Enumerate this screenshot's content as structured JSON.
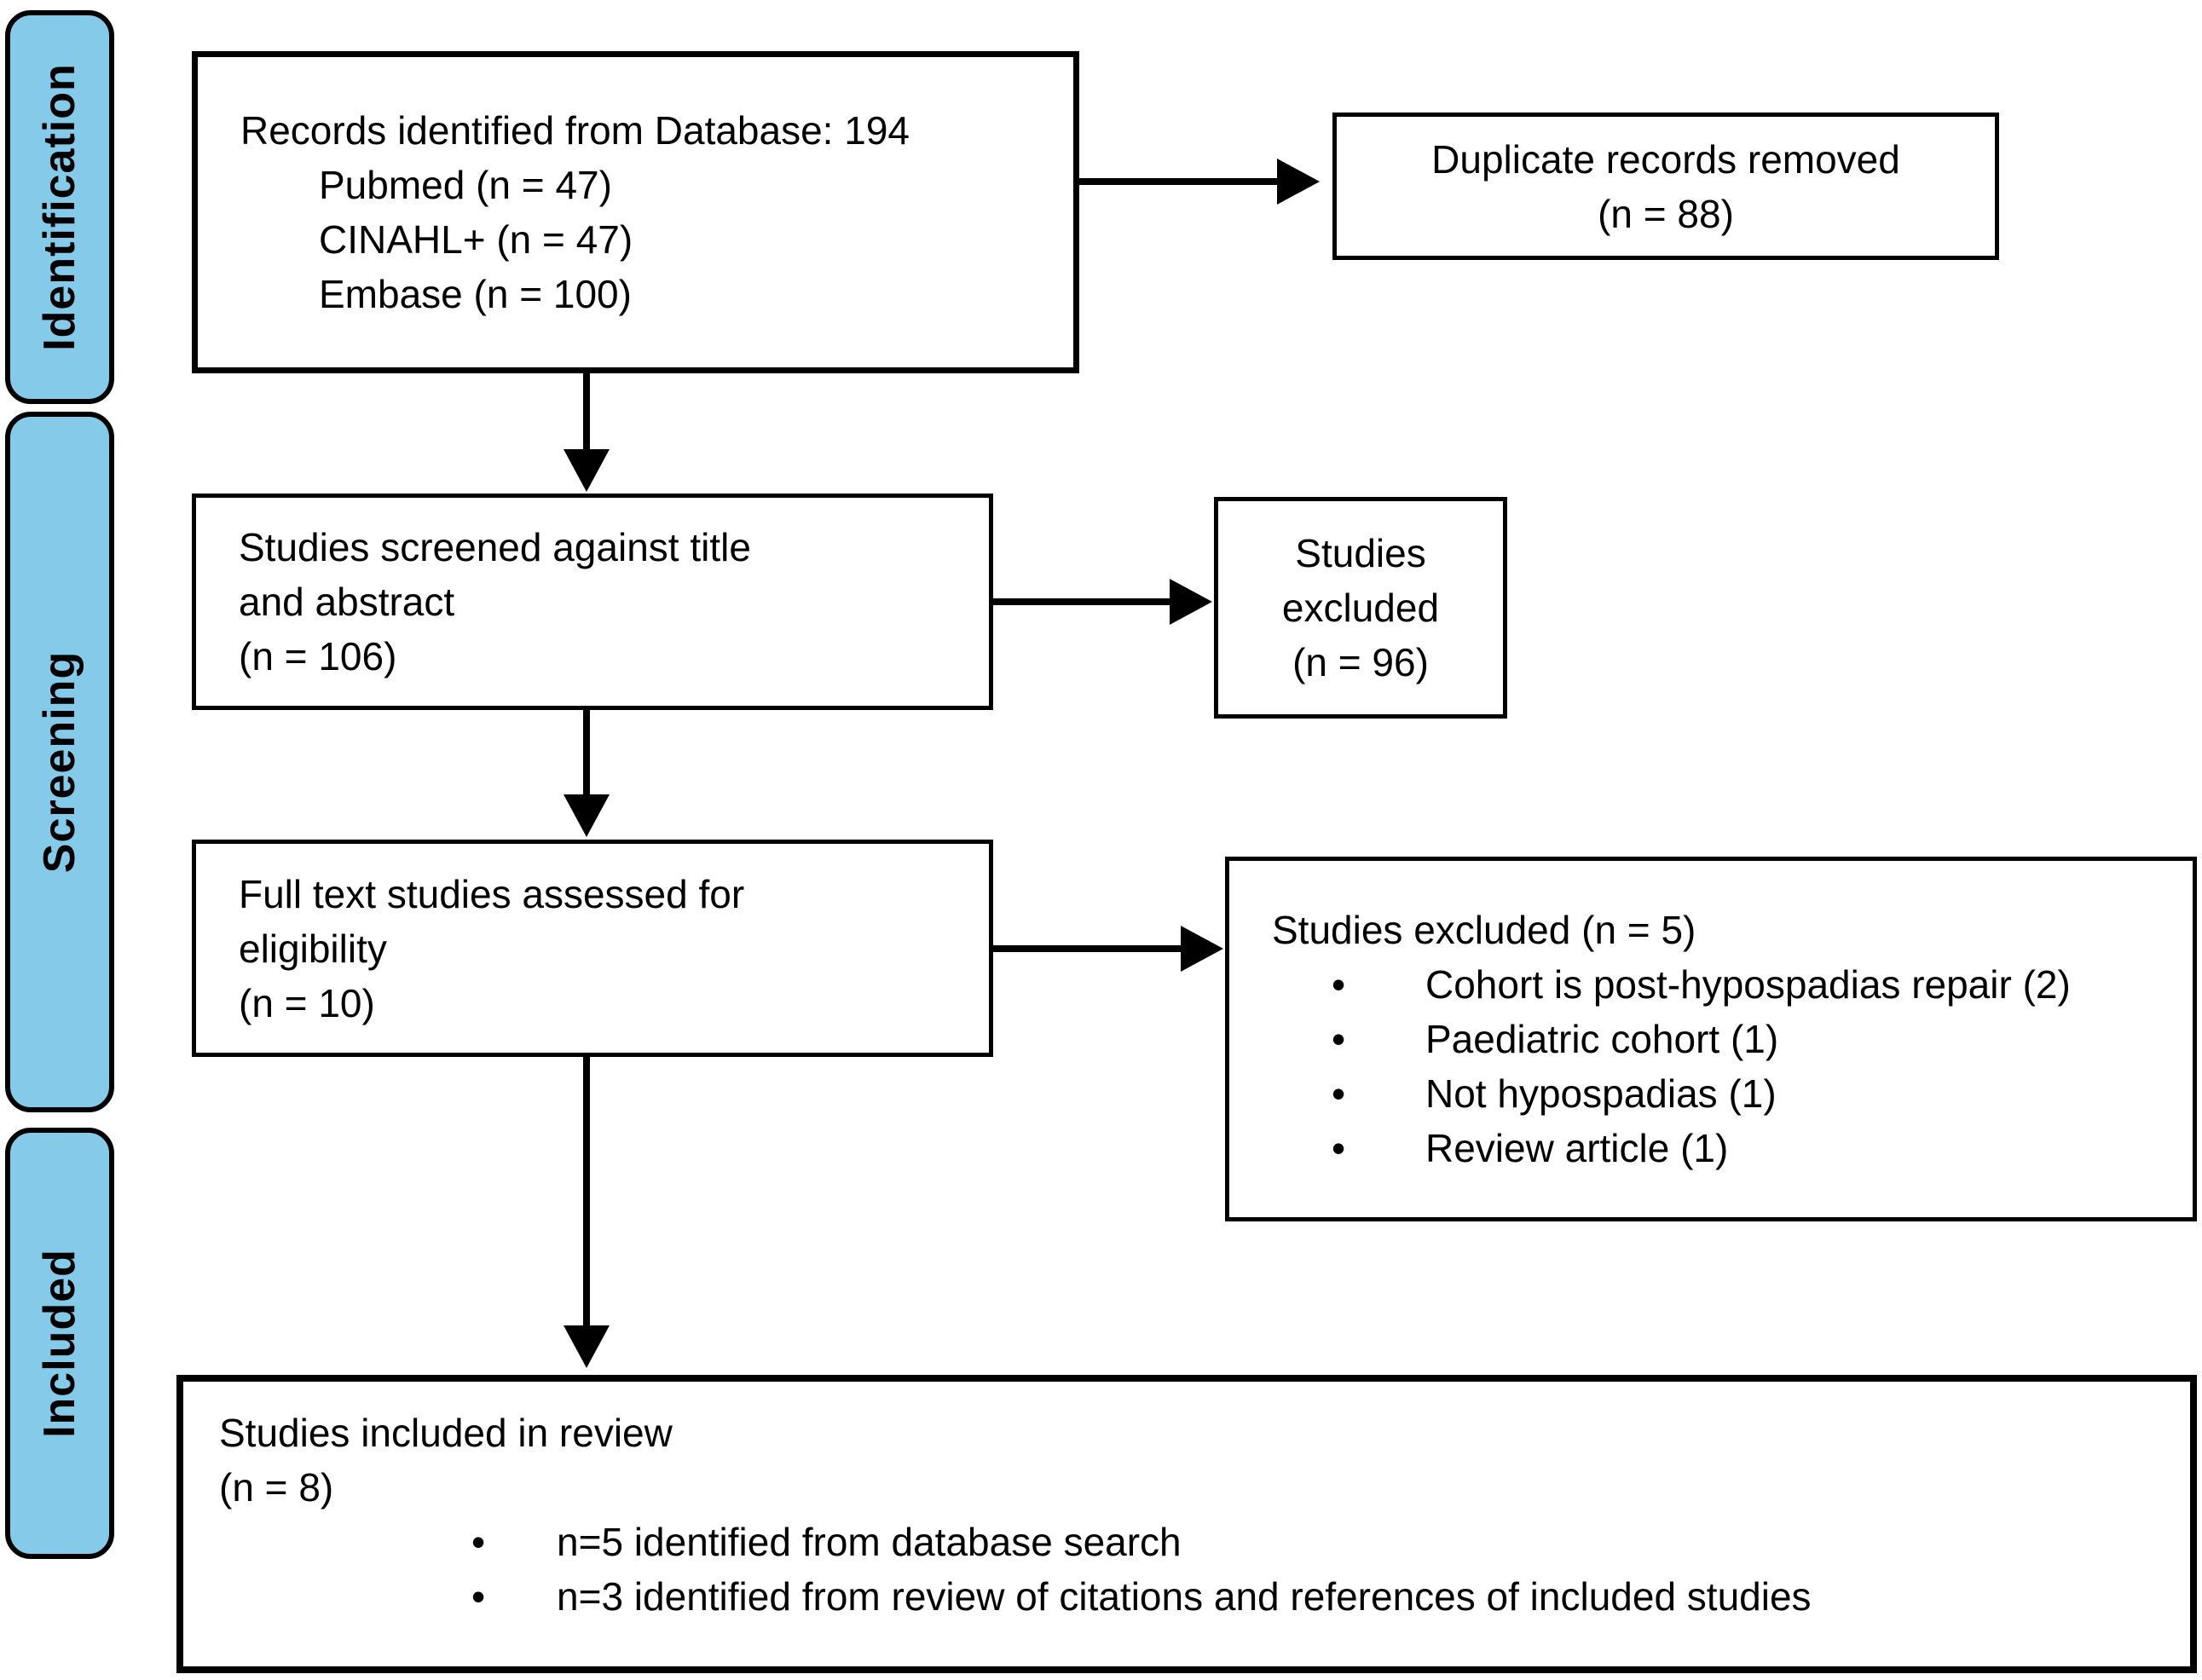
{
  "stages": {
    "identification": "Identification",
    "screening": "Screening",
    "included": "Included"
  },
  "boxes": {
    "records": {
      "title": "Records identified from Database: 194",
      "items": [
        "Pubmed (n = 47)",
        "CINAHL+ (n = 47)",
        "Embase (n = 100)"
      ]
    },
    "duplicates": {
      "lines": [
        "Duplicate records removed",
        "(n = 88)"
      ]
    },
    "screened": {
      "lines": [
        "Studies screened against title",
        "and abstract",
        "(n = 106)"
      ]
    },
    "excluded_screening": {
      "lines": [
        "Studies excluded",
        "(n = 96)"
      ]
    },
    "fulltext": {
      "lines": [
        "Full text studies assessed for",
        "eligibility",
        "(n = 10)"
      ]
    },
    "excluded_fulltext": {
      "title": "Studies excluded (n = 5)",
      "bullets": [
        "Cohort is post-hypospadias repair (2)",
        "Paediatric cohort (1)",
        "Not hypospadias (1)",
        "Review article (1)"
      ]
    },
    "included": {
      "lines": [
        "Studies included in review",
        "(n = 8)"
      ],
      "bullets": [
        "n=5 identified from database search",
        "n=3 identified from review of citations and references of included studies"
      ]
    }
  },
  "glyphs": {
    "bullet": "•"
  },
  "colors": {
    "stage_fill": "#85CAE9",
    "box_fill": "#FFFFFF",
    "line": "#000000",
    "background": "#FFFFFF"
  }
}
